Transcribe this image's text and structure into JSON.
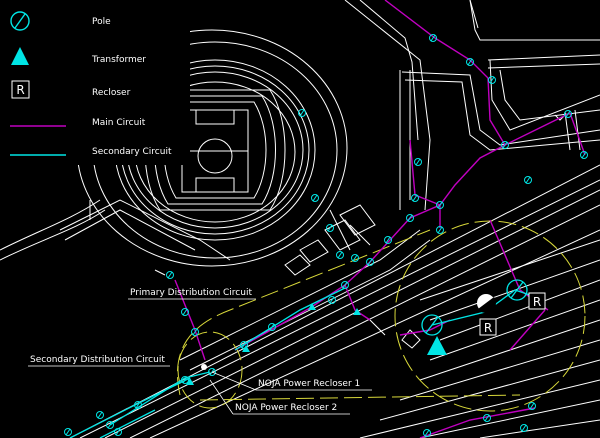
{
  "legend": {
    "pole_label": "Pole",
    "transformer_label": "Transformer",
    "recloser_label": "Recloser",
    "recloser_symbol": "R",
    "main_circuit_label": "Main Circuit",
    "secondary_circuit_label": "Secondary Circuit"
  },
  "annotations": {
    "primary": "Primary Distribution Circuit",
    "secondary": "Secondary Distribution Circuit",
    "recloser1": "NOJA Power Recloser 1",
    "recloser2": "NOJA Power Recloser 2"
  },
  "detail": {
    "recloser_a_symbol": "R",
    "recloser_b_symbol": "R"
  },
  "colors": {
    "background": "#000000",
    "roads": "#ffffff",
    "main_circuit": "#c000c0",
    "secondary_circuit": "#00e5e5",
    "pole": "#00e5e5",
    "zone_outline": "#d8d83a",
    "annotation_text": "#ffffff"
  }
}
